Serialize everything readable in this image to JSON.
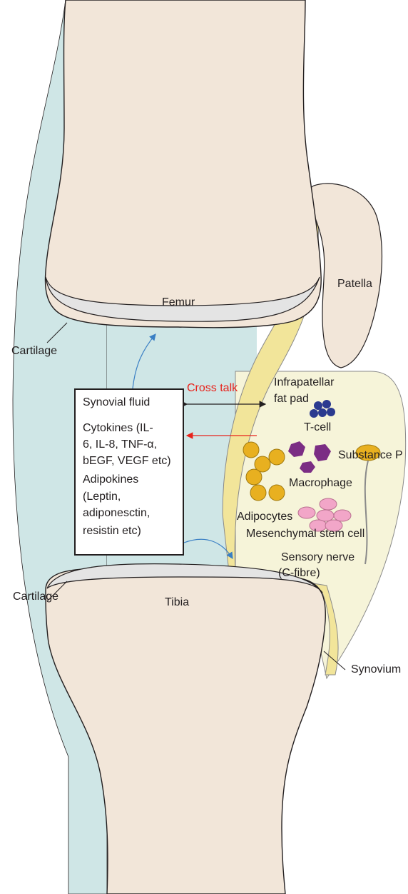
{
  "diagram": {
    "bones": {
      "femur": "Femur",
      "tibia": "Tibia",
      "patella": "Patella"
    },
    "cartilage_upper": "Cartilage",
    "cartilage_lower": "Cartilage",
    "cross_talk": "Cross talk",
    "fat_pad": {
      "line1": "Infrapatellar",
      "line2": "fat pad"
    },
    "cells": {
      "t_cell": "T-cell",
      "substance_p": "Substance P",
      "macrophage": "Macrophage",
      "adipocytes": "Adipocytes",
      "msc": "Mesenchymal stem cell",
      "nerve_line1": "Sensory nerve",
      "nerve_line2": "(C-fibre)"
    },
    "synovium": "Synovium",
    "synovial_box": {
      "title": "Synovial fluid",
      "lines": [
        "Cytokines (IL-",
        "6, IL-8, TNF-α,",
        "bEGF, VEGF etc)",
        "Adipokines",
        "(Leptin,",
        "adiponesctin,",
        "resistin etc)"
      ]
    },
    "colors": {
      "bone": "#f2e6d9",
      "synovial_fluid": "#cfe6e6",
      "fat_pad": "#f6f4d9",
      "synovium": "#f2e59a",
      "t_cell": "#2b3a8f",
      "macrophage": "#7b2d84",
      "adipocyte": "#e8b020",
      "msc": "#f2a6c8",
      "cross_talk": "#e8231c",
      "arrow_blue": "#3a7fc4"
    }
  }
}
